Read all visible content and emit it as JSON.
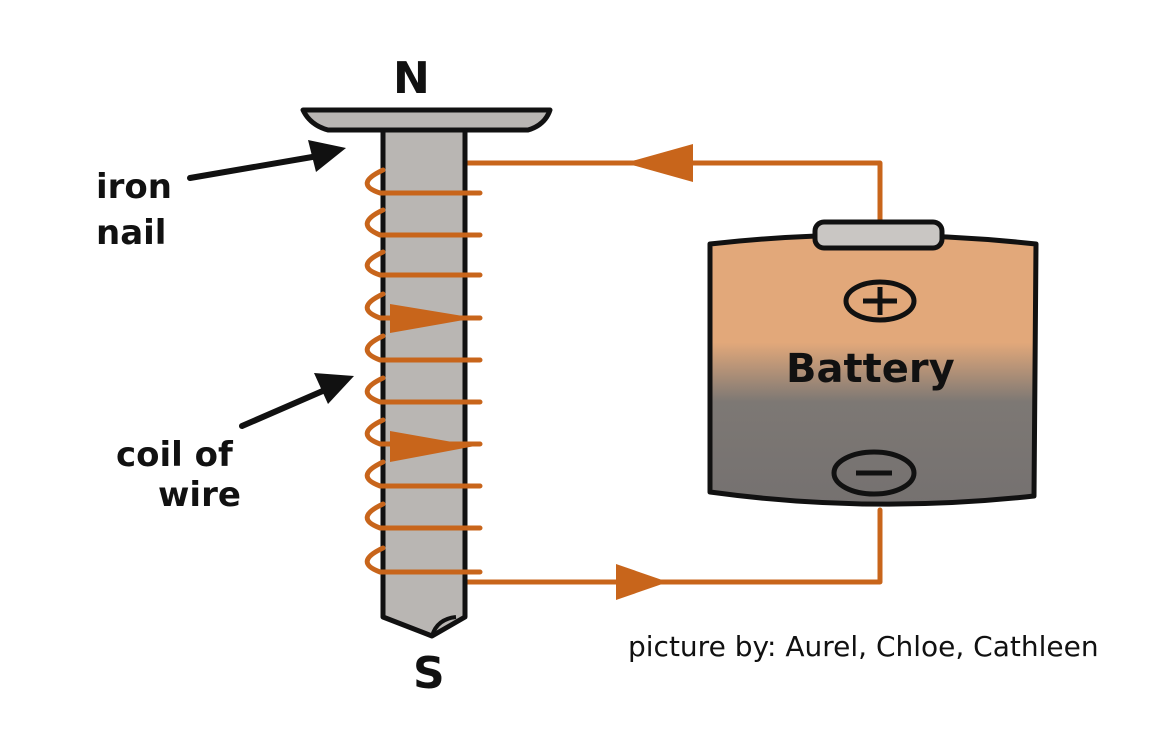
{
  "labels": {
    "north": "N",
    "south": "S",
    "iron_nail": [
      "iron",
      "nail"
    ],
    "coil_of_wire": [
      "coil of",
      "wire"
    ],
    "battery": "Battery",
    "plus": "+",
    "minus": "−",
    "credit": "picture by: Aurel, Chloe, Cathleen"
  },
  "colors": {
    "wire": "#C8651B",
    "nail": "#B9B6B3",
    "battery_top": "#E2A87A",
    "battery_bottom": "#7A7572",
    "cap": "#C9C6C3",
    "outline": "#111111"
  }
}
